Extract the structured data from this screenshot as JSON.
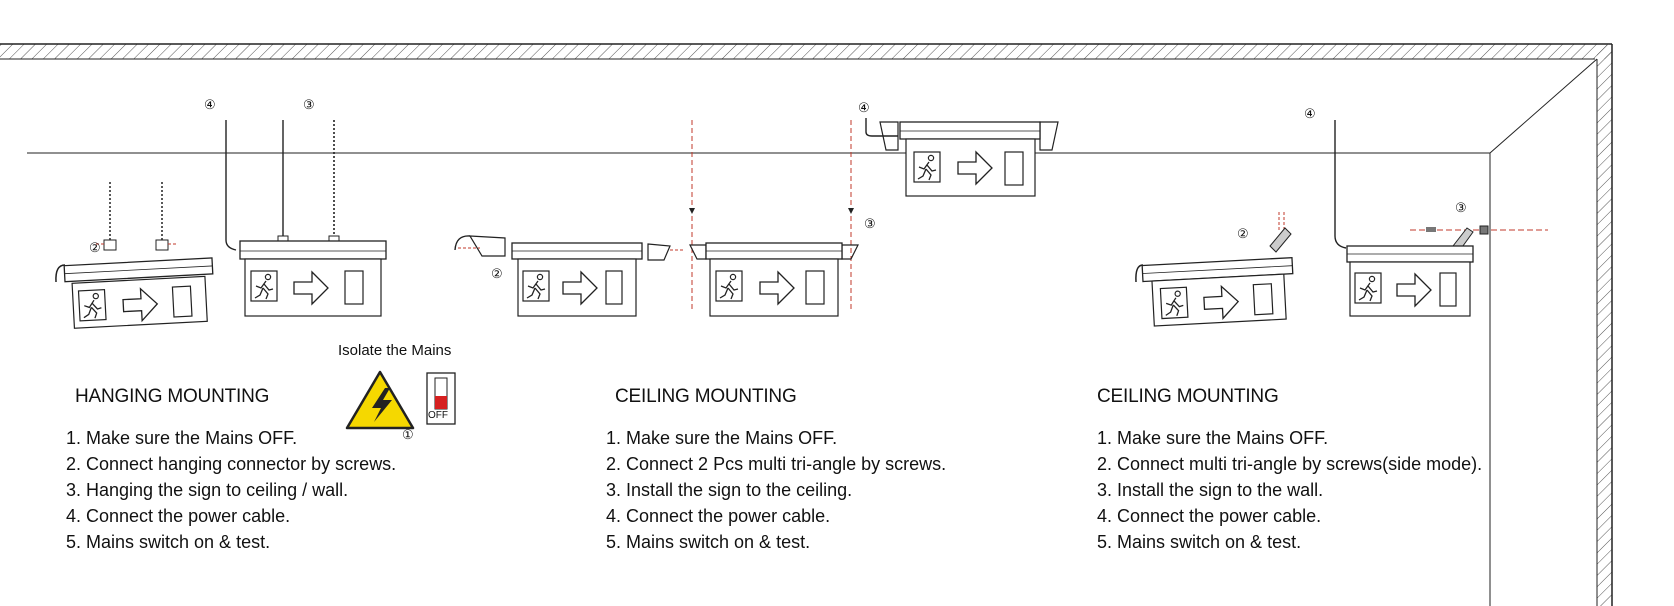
{
  "isolate": {
    "label": "Isolate the Mains",
    "switch_label": "OFF"
  },
  "callouts": {
    "c1": "①",
    "c2": "②",
    "c3": "③",
    "c4": "④"
  },
  "sections": [
    {
      "title": "HANGING MOUNTING",
      "steps": [
        "1. Make sure the Mains OFF.",
        "2. Connect hanging connector by screws.",
        "3. Hanging the sign to ceiling / wall.",
        "4. Connect the power cable.",
        "5. Mains switch on & test."
      ]
    },
    {
      "title": "CEILING MOUNTING",
      "steps": [
        "1. Make sure the Mains OFF.",
        "2. Connect 2 Pcs multi tri-angle by screws.",
        "3. Install the sign to the ceiling.",
        "4. Connect the power cable.",
        "5. Mains switch on & test."
      ]
    },
    {
      "title": "CEILING MOUNTING",
      "steps": [
        "1. Make sure the Mains OFF.",
        "2. Connect multi tri-angle by screws(side mode).",
        "3. Install the sign to the wall.",
        "4. Connect the power cable.",
        "5. Mains switch on & test."
      ]
    }
  ],
  "colors": {
    "line": "#222222",
    "dash": "#c0392b",
    "warning": "#f5d800",
    "switch_red": "#d62020"
  }
}
